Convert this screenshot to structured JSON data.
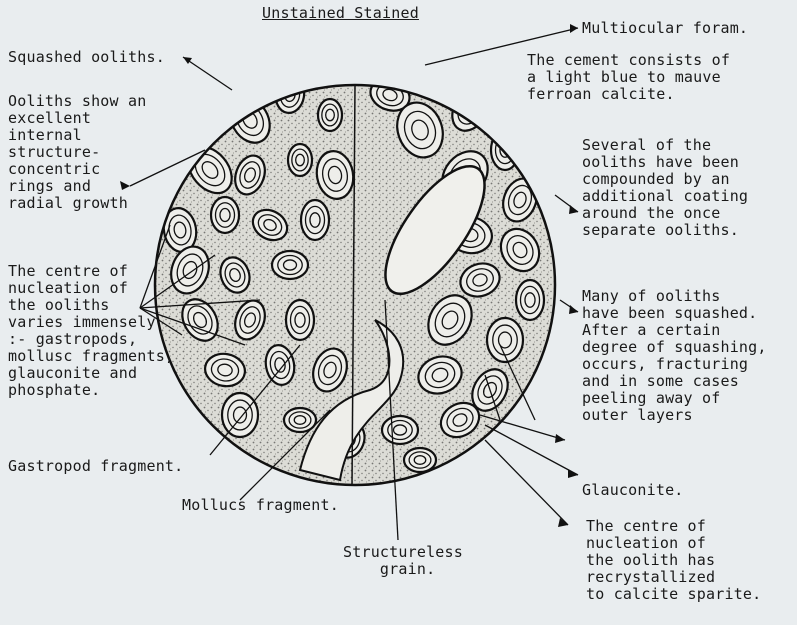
{
  "header": {
    "title": "Unstained Stained"
  },
  "left_labels": {
    "squashed": "Squashed ooliths.",
    "structure": "Ooliths show an\nexcellent\ninternal\nstructure-\nconcentric\nrings and\nradial growth",
    "nucleation": "The centre of\nnucleation of\nthe ooliths\nvaries immensely\n:- gastropods,\nmollusc fragments,\nglauconite and\nphosphate.",
    "gastropod": "Gastropod fragment."
  },
  "bottom_labels": {
    "mollucs": "Mollucs fragment.",
    "structureless": "Structureless\n    grain."
  },
  "right_labels": {
    "foram": "Multiocular foram.",
    "cement": "The cement consists of\na light blue to mauve\nferroan calcite.",
    "compounded": "Several of the\nooliths have been\ncompounded by an\nadditional coating\naround the once\nseparate ooliths.",
    "squashed_many": "Many of ooliths\nhave been squashed.\nAfter a certain\ndegree of squashing,\noccurs, fracturing\nand in some cases\npeeling away of\nouter layers",
    "glauconite": "Glauconite.",
    "recrystallized": "The centre of\nnucleation of\nthe oolith has\nrecrystallized\nto calcite sparite."
  },
  "colors": {
    "background": "#e9edef",
    "ink": "#1a1a1a"
  }
}
